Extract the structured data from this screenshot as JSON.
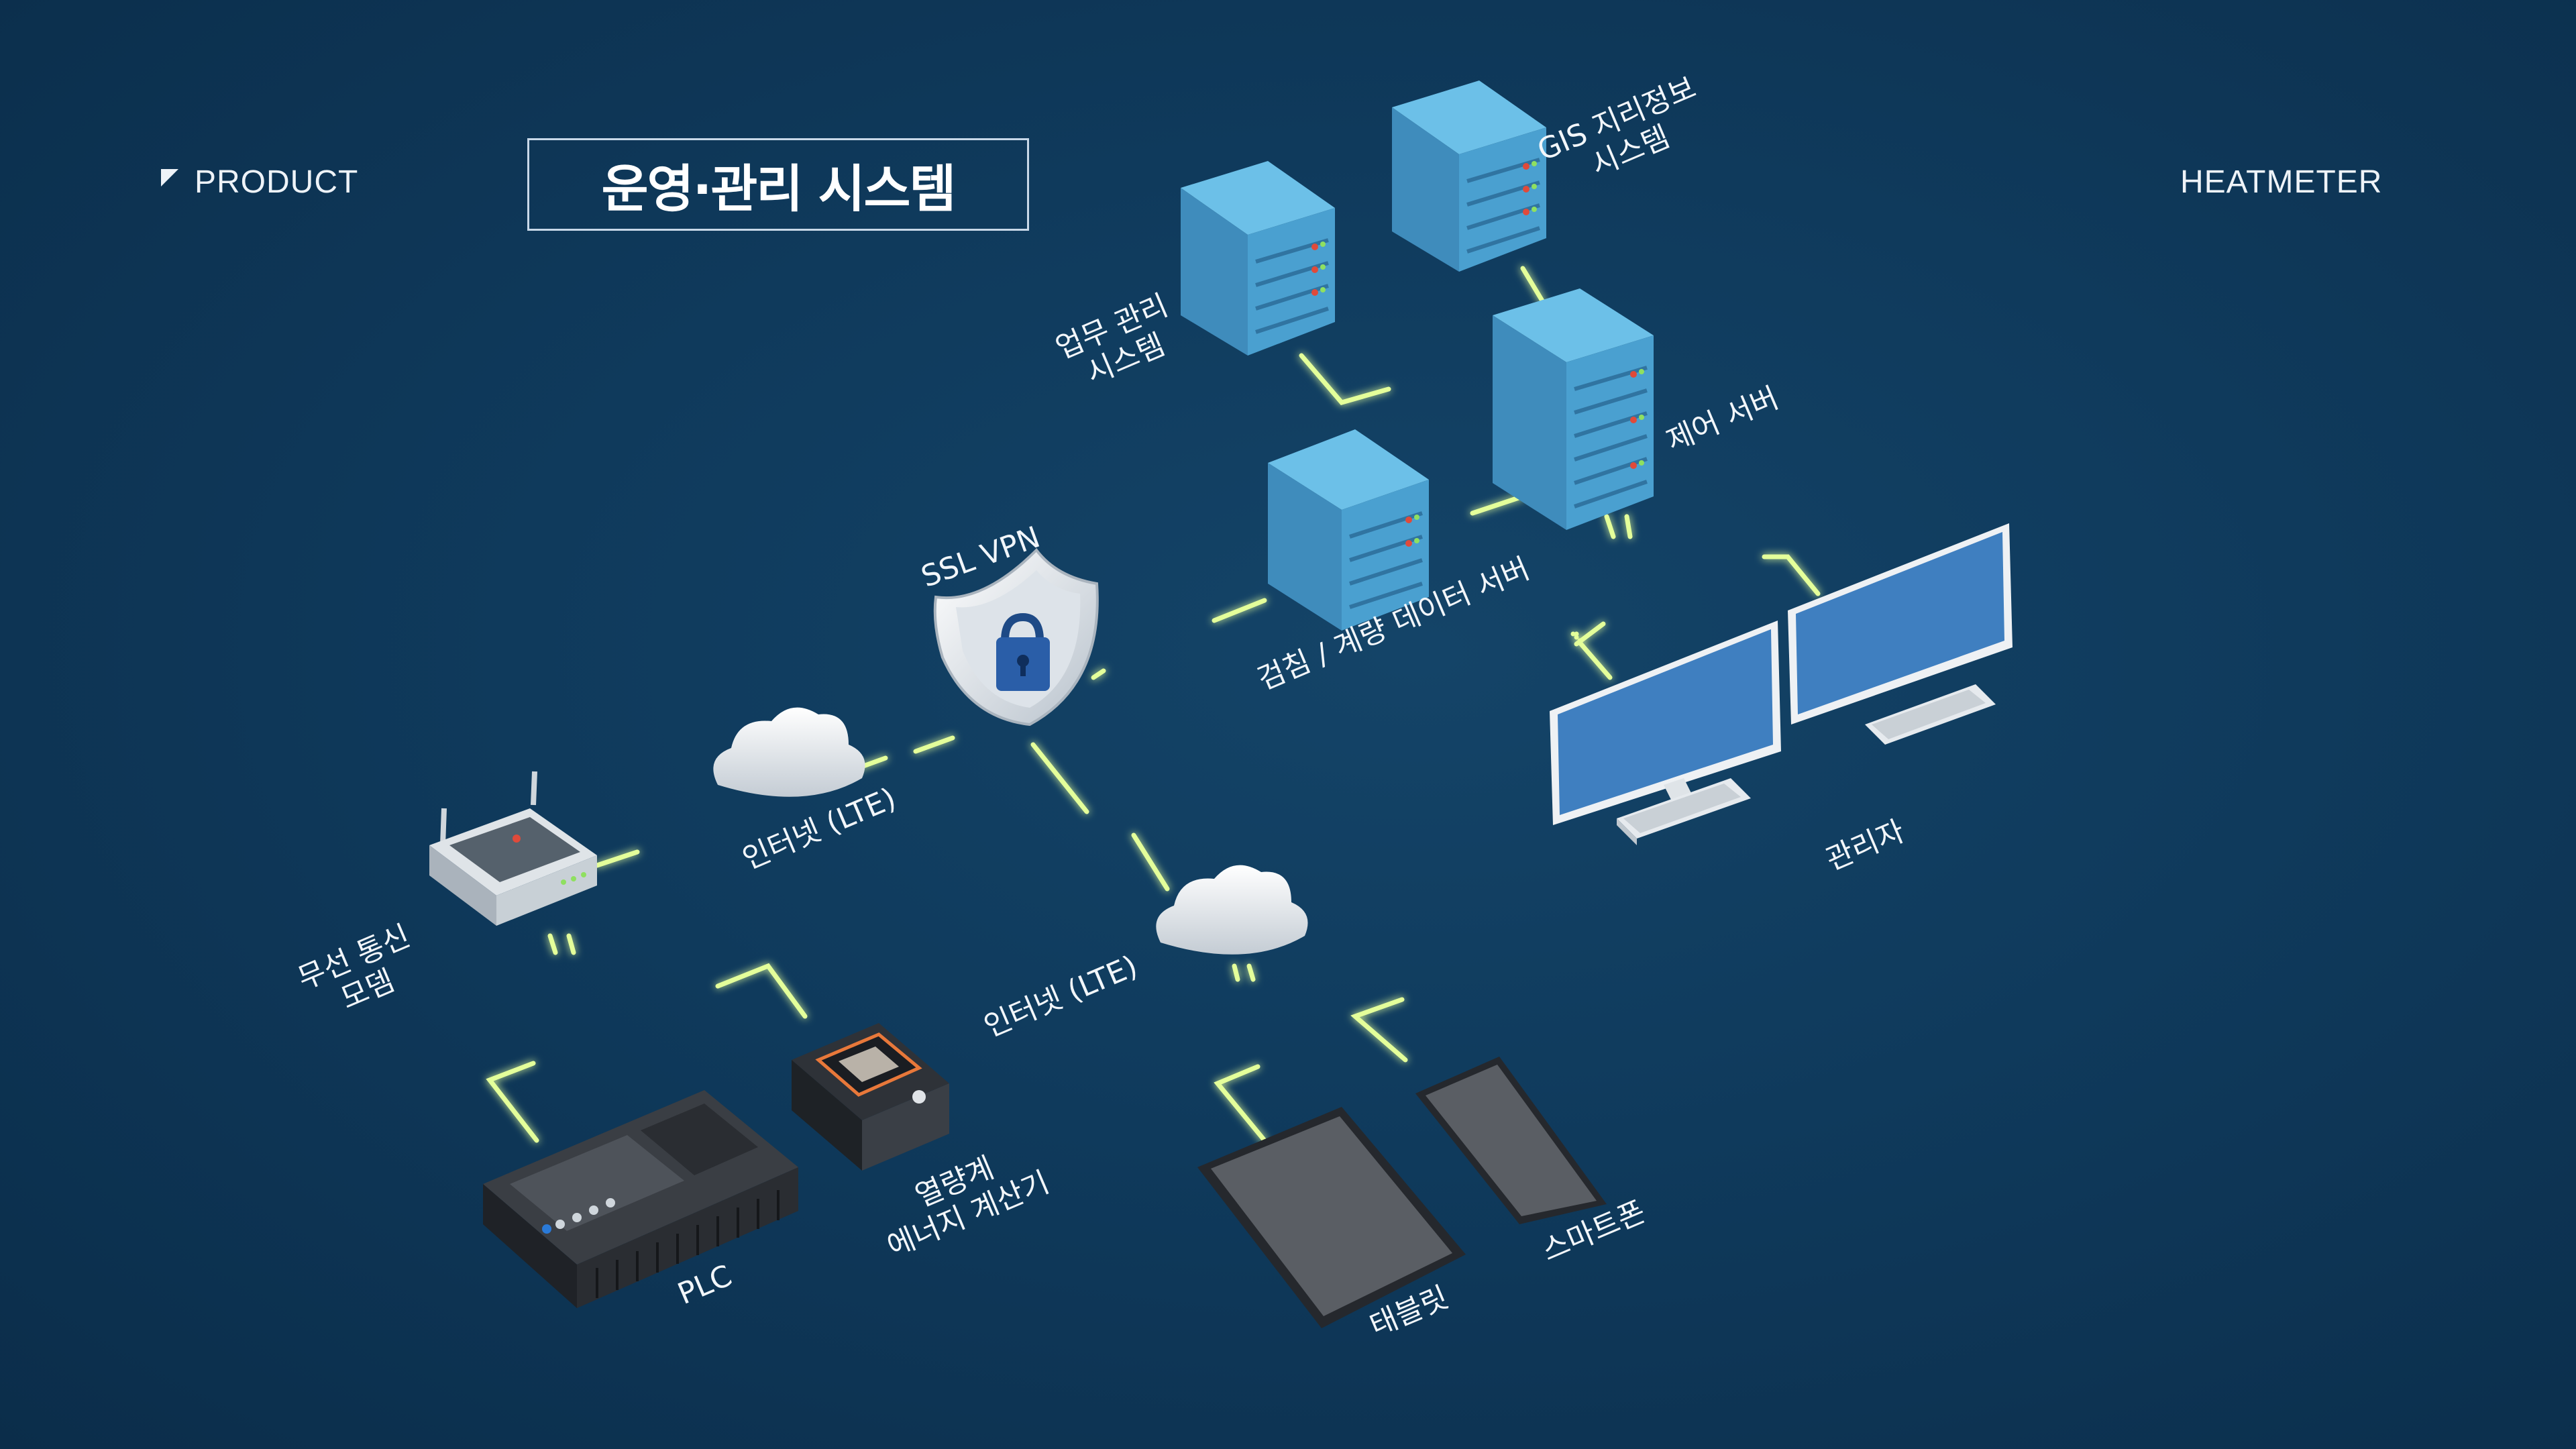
{
  "header": {
    "brand": "PRODUCT",
    "title": "운영·관리 시스템",
    "right": "HEATMETER"
  },
  "labels": {
    "gis": [
      "GIS 지리정보",
      "시스템"
    ],
    "work": [
      "업무 관리",
      "시스템"
    ],
    "control": "제어 서버",
    "ssl": "SSL VPN",
    "meter_server": "검침 / 계량 데이터 서버",
    "admin": "관리자",
    "internet_top": "인터넷 (LTE)",
    "internet_bottom": "인터넷 (LTE)",
    "modem": [
      "무선 통신",
      "모뎀"
    ],
    "heatmeter": [
      "열량계",
      "에너지 계산기"
    ],
    "plc": "PLC",
    "tablet": "태블릿",
    "smartphone": "스마트폰"
  },
  "colors": {
    "background": "#0f3a5c",
    "server_top": "#5fb6e0",
    "server_side": "#3a86b6",
    "glow": "#dcff8a",
    "monitor": "#3f7fc0",
    "white_device": "#e6eaee"
  }
}
